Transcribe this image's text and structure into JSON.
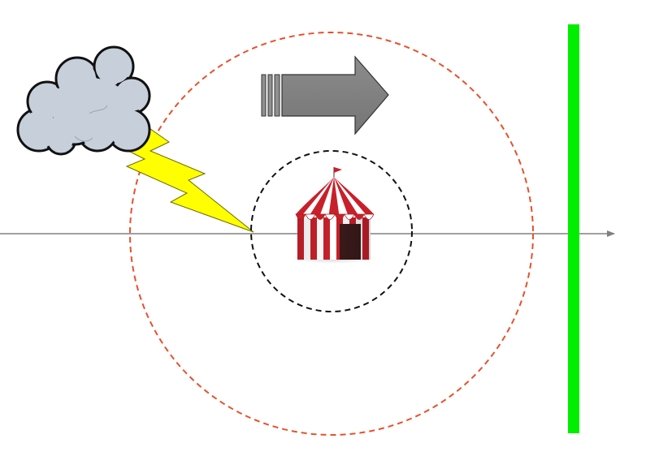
{
  "diagram": {
    "colors": {
      "background": "#ffffff",
      "axis": "#808080",
      "outer_circle": "#e8502a",
      "inner_circle": "#111111",
      "barrier": "#00ee00",
      "arrow": "#808080",
      "arrow_stroke": "#333333",
      "cloud_fill": "#c6cfda",
      "cloud_stroke": "#111111",
      "lightning": "#ffff00",
      "tent_red": "#c8202a",
      "tent_white": "#ffffff"
    },
    "icons": {
      "cloud": "storm-cloud-icon",
      "lightning": "lightning-bolt-icon",
      "tent": "circus-tent-icon",
      "arrow": "motion-arrow-icon"
    },
    "circles": [
      {
        "name": "outer-range-circle",
        "style": "dashed",
        "color": "#e8502a"
      },
      {
        "name": "inner-range-circle",
        "style": "dashed",
        "color": "#111111"
      }
    ],
    "axis": {
      "direction": "right",
      "has_arrowhead": true
    }
  }
}
